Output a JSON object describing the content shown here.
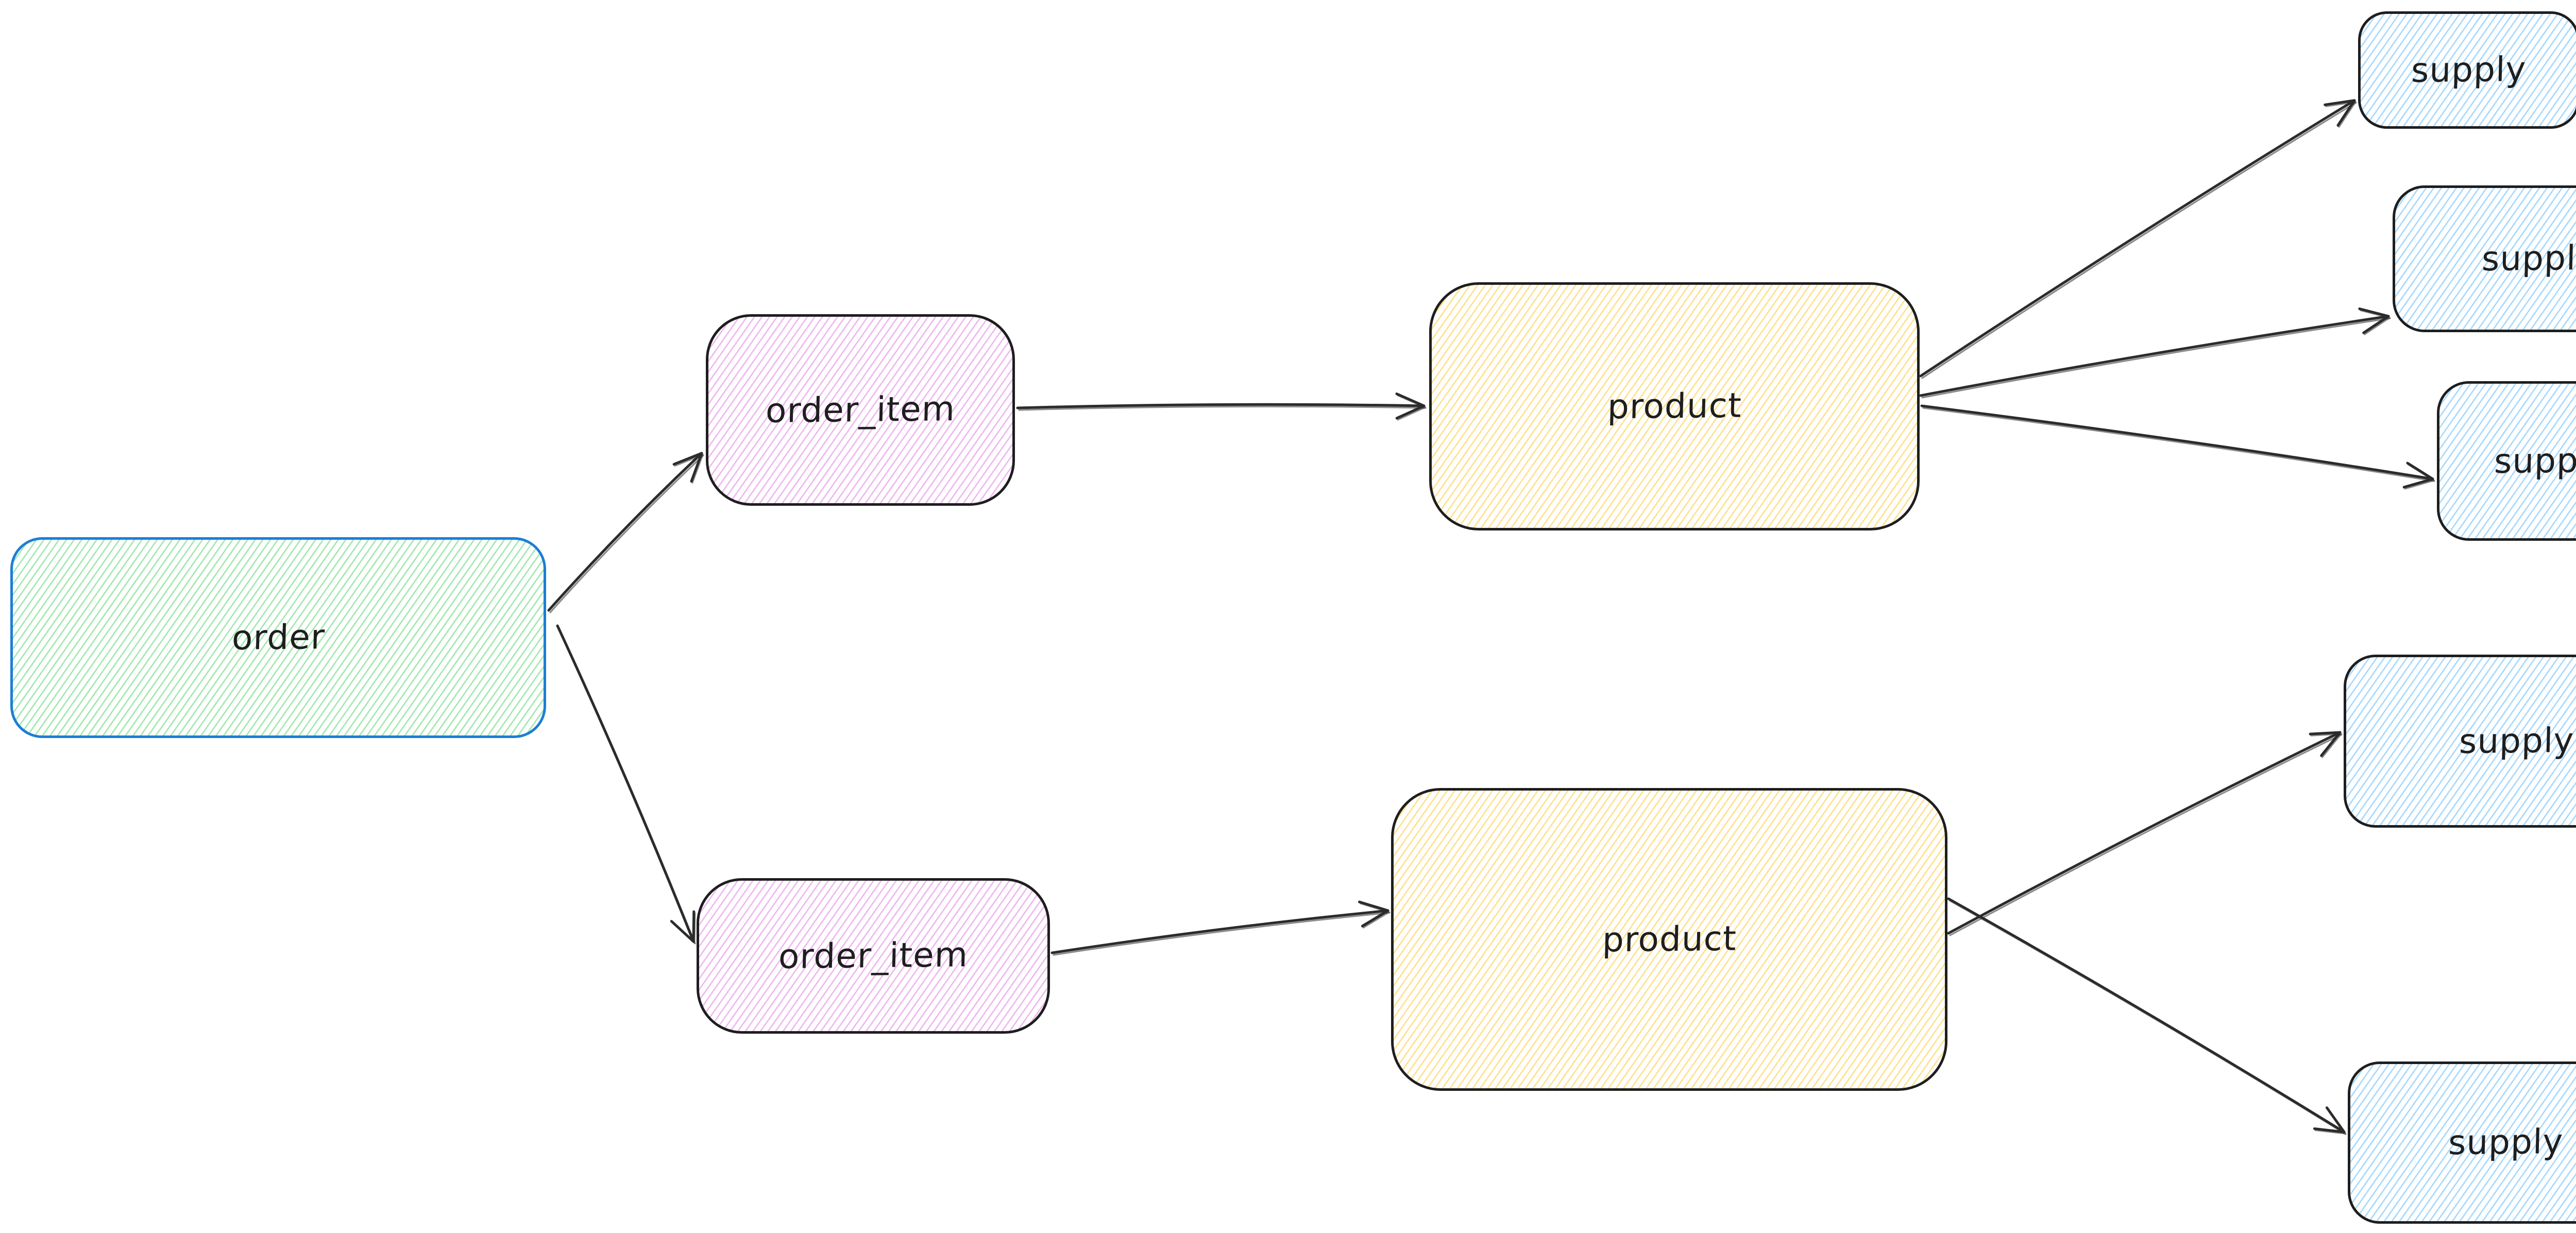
{
  "diagram": {
    "background_color": "#ffffff",
    "text_color": "#1e1e1e",
    "edge_color": "#2b2b2b",
    "nodes": [
      {
        "id": "order",
        "label": "order",
        "shape": "rounded-rectangle",
        "hatch": "#9fe8ad",
        "stroke": "#1c7ed6"
      },
      {
        "id": "order_item_1",
        "label": "order_item",
        "shape": "rounded-rectangle",
        "hatch": "#efb6f0",
        "stroke": "#1e1e1e"
      },
      {
        "id": "order_item_2",
        "label": "order_item",
        "shape": "rounded-rectangle",
        "hatch": "#efb6f0",
        "stroke": "#1e1e1e"
      },
      {
        "id": "product_1",
        "label": "product",
        "shape": "rounded-rectangle",
        "hatch": "#ffe08a",
        "stroke": "#1e1e1e"
      },
      {
        "id": "product_2",
        "label": "product",
        "shape": "rounded-rectangle",
        "hatch": "#ffe08a",
        "stroke": "#1e1e1e"
      },
      {
        "id": "supply_1",
        "label": "supply",
        "shape": "rounded-rectangle",
        "hatch": "#a5d8ff",
        "stroke": "#1e1e1e"
      },
      {
        "id": "supply_2",
        "label": "supply",
        "shape": "rounded-rectangle",
        "hatch": "#a5d8ff",
        "stroke": "#1e1e1e"
      },
      {
        "id": "supply_3",
        "label": "supply",
        "shape": "rounded-rectangle",
        "hatch": "#a5d8ff",
        "stroke": "#1e1e1e"
      },
      {
        "id": "supply_4",
        "label": "supply",
        "shape": "rounded-rectangle",
        "hatch": "#a5d8ff",
        "stroke": "#1e1e1e"
      },
      {
        "id": "supply_5",
        "label": "supply",
        "shape": "rounded-rectangle",
        "hatch": "#a5d8ff",
        "stroke": "#1e1e1e"
      }
    ],
    "edges": [
      {
        "from": "order",
        "to": "order_item_1",
        "arrowhead": "open"
      },
      {
        "from": "order",
        "to": "order_item_2",
        "arrowhead": "open"
      },
      {
        "from": "order_item_1",
        "to": "product_1",
        "arrowhead": "open"
      },
      {
        "from": "order_item_2",
        "to": "product_2",
        "arrowhead": "open"
      },
      {
        "from": "product_1",
        "to": "supply_1",
        "arrowhead": "open"
      },
      {
        "from": "product_1",
        "to": "supply_2",
        "arrowhead": "open"
      },
      {
        "from": "product_1",
        "to": "supply_3",
        "arrowhead": "open"
      },
      {
        "from": "product_2",
        "to": "supply_4",
        "arrowhead": "open"
      },
      {
        "from": "product_2",
        "to": "supply_5",
        "arrowhead": "open"
      }
    ]
  }
}
